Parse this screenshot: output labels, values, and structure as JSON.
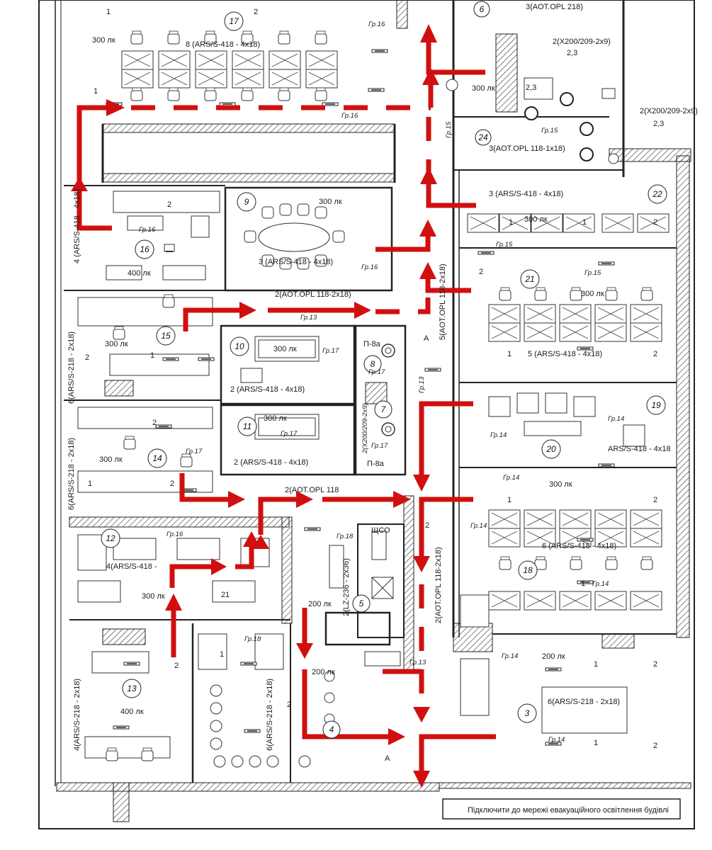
{
  "rooms": [
    {
      "num": "17",
      "lux": "300 лк",
      "fixture": "8 (ARS/S-418 - 4x18)"
    },
    {
      "num": "6"
    },
    {
      "num": "24"
    },
    {
      "num": "22",
      "fixture": "3 (ARS/S-418 - 4x18)",
      "lux": "300 лк"
    },
    {
      "num": "9",
      "lux": "300 лк",
      "fixture": "3 (ARS/S-418 - 4x18)"
    },
    {
      "num": "16",
      "lux": "400 лк",
      "fixture": "4 (ARS/S-418 - 4x18)"
    },
    {
      "num": "21",
      "lux": "300 лк",
      "fixture": "5 (ARS/S-418 - 4x18)"
    },
    {
      "num": "15",
      "lux": "300 лк",
      "fixture": "6(ARS/S-218 - 2x18)"
    },
    {
      "num": "10",
      "lux": "300 лк",
      "fixture": "2 (ARS/S-418 - 4x18)"
    },
    {
      "num": "8"
    },
    {
      "num": "7"
    },
    {
      "num": "11",
      "lux": "300 лк",
      "fixture": "2 (ARS/S-418 - 4x18)"
    },
    {
      "num": "19",
      "fixture": "ARS/S-418 - 4x18"
    },
    {
      "num": "20"
    },
    {
      "num": "14",
      "lux": "300 лк",
      "fixture": "6(ARS/S-218 - 2x18)"
    },
    {
      "num": "18",
      "lux": "300 лк",
      "fixture": "6 (ARS/S-418 - 4x18)"
    },
    {
      "num": "12",
      "lux": "300 лк",
      "fixture": "4(ARS/S-418 -"
    },
    {
      "num": "5",
      "lux": "200 лк",
      "fixture": "2(LZ-236 - 2x36)"
    },
    {
      "num": "13",
      "lux": "400 лк",
      "fixture": "4(ARS/S-218 - 2x18)"
    },
    {
      "num": "4",
      "lux": "200 лк",
      "fixture": "6(ARS/S-218 - 2x18)"
    },
    {
      "num": "3",
      "lux": "200 лк",
      "fixture": "6(ARS/S-218 - 2x18)"
    }
  ],
  "labels": {
    "aot218": "3(AOT.OPL 218)",
    "aot209a": "2(X200/209-2x9)",
    "aot209b": "2(X200/209-2x9)",
    "v23a": "2,3",
    "v23b": "2,3",
    "v23c": "2,3",
    "aot118a": "3(AOT.OPL 118-1x18)",
    "aot118b": "2(AOT.OPL 118-2x18)",
    "aot118c": "5(AOT.OPL 118-2x18)",
    "aot118d": "2(AOT.OPL 118",
    "aot118e": "2(AOT.OPL 118-2x18)",
    "shso": "ЩСО",
    "p8a1": "П-8а",
    "p8a2": "П-8а",
    "x209v": "2(X200/209-2x9)",
    "gr16": "Гр.16",
    "gr15": "Гр.15",
    "gr17": "Гр.17",
    "gr14": "Гр.14",
    "gr13": "Гр.13",
    "gr18": "Гр.18",
    "a_top": "А",
    "a_bot": "А",
    "note": "Підключити до мережі евакуаційного освітлення будівлі",
    "one": "1",
    "two": "2",
    "lux300": "300 лк"
  }
}
